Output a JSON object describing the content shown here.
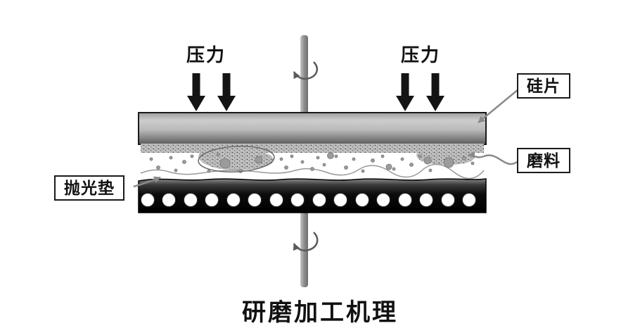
{
  "diagram": {
    "caption": "研磨加工机理",
    "labels": {
      "pressure_left": "压力",
      "pressure_right": "压力",
      "wafer": "硅片",
      "abrasive": "磨料",
      "pad": "抛光垫"
    },
    "colors": {
      "pressure_arrow": "#141414",
      "leader_arrow": "#8a8a8a",
      "rotation_arrow": "#5a5a5a",
      "plate_light": "#cdcdcd",
      "plate_dark": "#5c5c5c",
      "pad_dark": "#0a0a0a",
      "shaft": "#8e8e8e",
      "particle": "#9b9b9b",
      "box_border": "#1a1a1a"
    }
  }
}
